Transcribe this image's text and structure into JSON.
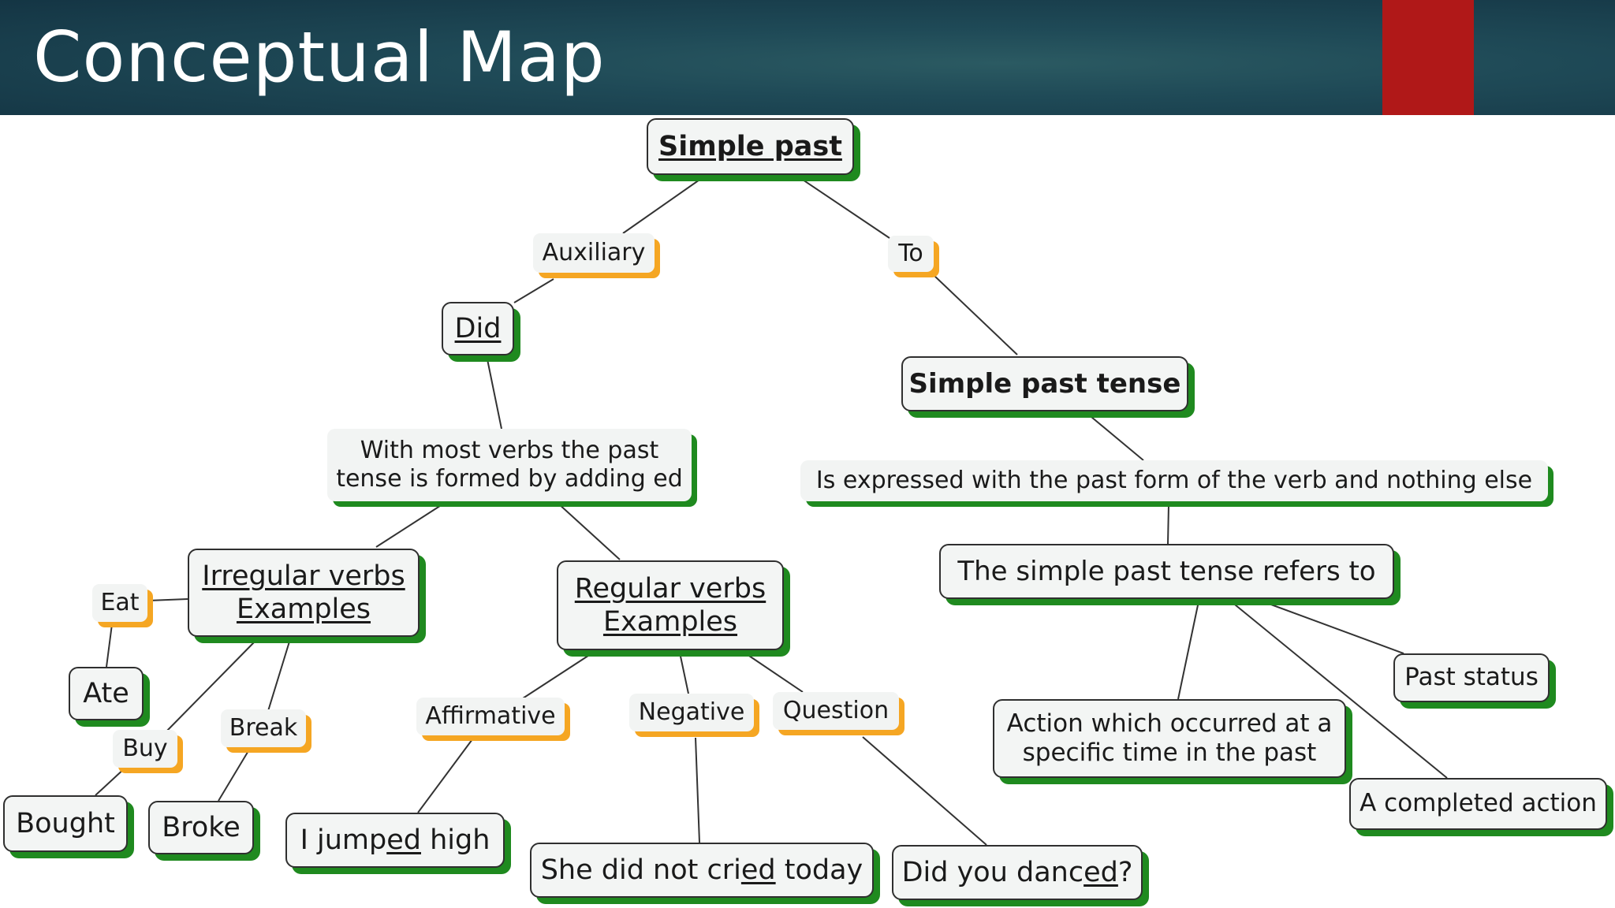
{
  "slide": {
    "title": "Conceptual Map",
    "header_color": "#1f4a57",
    "accent_color": "#b01818"
  },
  "diagram": {
    "colors": {
      "concept_shadow": "#1f8a1f",
      "link_shadow": "#f5a623",
      "line": "#333333"
    },
    "nodes": {
      "simple_past": "Simple past",
      "auxiliary": "Auxiliary",
      "to": "To",
      "did": "Did",
      "simple_past_tense": "Simple past tense",
      "most_verbs_line1": "With most verbs the past",
      "most_verbs_line2": "tense is formed by adding ed",
      "expressed": "Is expressed with the past form of the verb and nothing else",
      "irregular_line1": "Irregular verbs",
      "irregular_line2": "Examples",
      "regular_line1": "Regular verbs",
      "regular_line2": "Examples",
      "refers_to": "The simple past tense refers to",
      "eat": "Eat",
      "ate": "Ate",
      "buy": "Buy",
      "break": "Break",
      "bought": "Bought",
      "broke": "Broke",
      "affirmative": "Affirmative",
      "negative": "Negative",
      "question": "Question",
      "jumped_a": "I jump",
      "jumped_b": "ed",
      "jumped_c": " high",
      "cried_a": "She did not cri",
      "cried_b": "ed",
      "cried_c": " today",
      "danced_a": "Did you danc",
      "danced_b": "ed",
      "danced_c": "?",
      "past_status": "Past status",
      "action_line1": "Action which occurred at a",
      "action_line2": "specific time in the past",
      "completed": "A completed action"
    }
  }
}
